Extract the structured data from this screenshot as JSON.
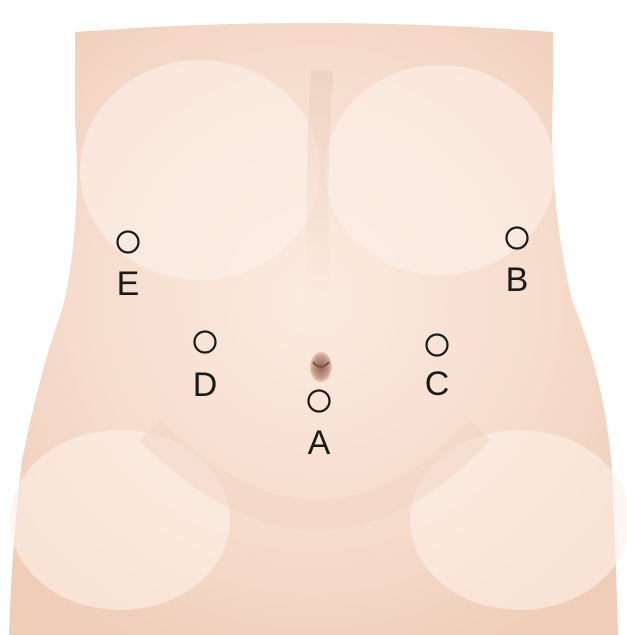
{
  "colors": {
    "skin_base": "#f7dfd0",
    "skin_light": "#fcefe6",
    "skin_shadow": "#eecbb8",
    "navel": "#b78c7a",
    "marker_stroke": "#1a1a1a"
  },
  "markers": [
    {
      "id": "A",
      "label": "A"
    },
    {
      "id": "B",
      "label": "B"
    },
    {
      "id": "C",
      "label": "C"
    },
    {
      "id": "D",
      "label": "D"
    },
    {
      "id": "E",
      "label": "E"
    }
  ]
}
